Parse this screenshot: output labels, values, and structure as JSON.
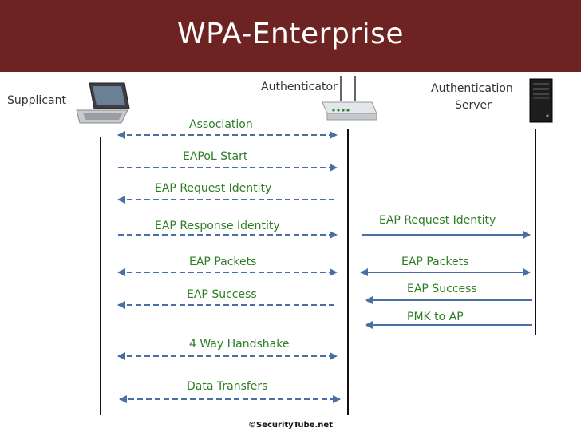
{
  "title": "WPA-Enterprise",
  "entities": {
    "supplicant": "Supplicant",
    "authenticator": "Authenticator",
    "auth_server_line1": "Authentication",
    "auth_server_line2": "Server"
  },
  "messages_left": [
    {
      "label": "Association",
      "direction": "both",
      "style": "dashed"
    },
    {
      "label": "EAPoL Start",
      "direction": "right",
      "style": "dashed"
    },
    {
      "label": "EAP Request Identity",
      "direction": "left",
      "style": "dashed"
    },
    {
      "label": "EAP Response Identity",
      "direction": "right",
      "style": "dashed"
    },
    {
      "label": "EAP Packets",
      "direction": "both",
      "style": "dashed"
    },
    {
      "label": "EAP Success",
      "direction": "left",
      "style": "dashed"
    },
    {
      "label": "4 Way Handshake",
      "direction": "both",
      "style": "dashed"
    },
    {
      "label": "Data Transfers",
      "direction": "both",
      "style": "dashed"
    }
  ],
  "messages_right": [
    {
      "label": "EAP Request Identity",
      "direction": "right",
      "style": "solid"
    },
    {
      "label": "EAP Packets",
      "direction": "both",
      "style": "solid"
    },
    {
      "label": "EAP Success",
      "direction": "left",
      "style": "solid"
    },
    {
      "label": "PMK to AP",
      "direction": "left",
      "style": "solid"
    }
  ],
  "icons": [
    "laptop-icon",
    "access-point-icon",
    "server-icon"
  ],
  "colors": {
    "banner": "#6e2323",
    "arrow": "#4a6fa5",
    "label": "#2e7d25"
  },
  "copyright": "©SecurityTube.net"
}
